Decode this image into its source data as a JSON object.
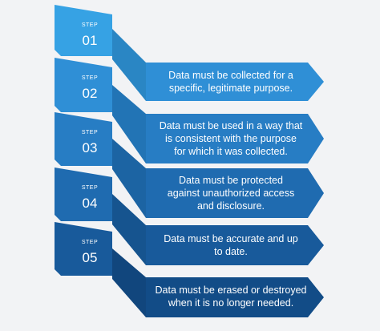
{
  "steps": [
    {
      "label": "STEP",
      "number": "01",
      "color": "#36a2e4",
      "dark": "#2a86c4",
      "text": ""
    },
    {
      "label": "STEP",
      "number": "02",
      "color": "#2f8fd6",
      "dark": "#2274b5",
      "text": "Data must be collected for a\nspecific, legitimate purpose."
    },
    {
      "label": "STEP",
      "number": "03",
      "color": "#277dc4",
      "dark": "#1c64a3",
      "text": "Data must be used in a way that\nis consistent with the purpose\nfor which it was collected."
    },
    {
      "label": "STEP",
      "number": "04",
      "color": "#1f6bb0",
      "dark": "#16548f",
      "text": "Data must be protected\nagainst unauthorized access\nand disclosure."
    },
    {
      "label": "STEP",
      "number": "05",
      "color": "#185a9b",
      "dark": "#11467d",
      "text": "Data must be accurate and up\nto date."
    },
    {
      "label": "",
      "number": "",
      "color": "#124c87",
      "dark": "#0d3b6b",
      "text": "Data must be erased or destroyed\nwhen it is no longer needed."
    }
  ]
}
